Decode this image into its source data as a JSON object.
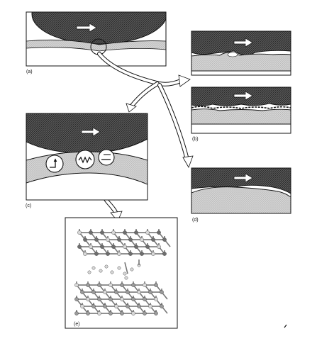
{
  "figure": {
    "panels": [
      {
        "id": "a",
        "label": "(a)"
      },
      {
        "id": "b",
        "label": "(b)"
      },
      {
        "id": "c",
        "label": "(c)"
      },
      {
        "id": "d",
        "label": "(d)"
      },
      {
        "id": "e",
        "label": "(e)"
      }
    ],
    "colors": {
      "ink": "#111111",
      "dark_hatch": "#4a4a4a",
      "light_stipple": "#c9c9c9",
      "paper": "#ffffff",
      "atom_dark": "#6e6e6e",
      "atom_light": "#d8d8d8"
    },
    "icons": [
      "motion-arrow-icon",
      "flow-arrow-icon",
      "magnifier-circle-icon"
    ]
  }
}
